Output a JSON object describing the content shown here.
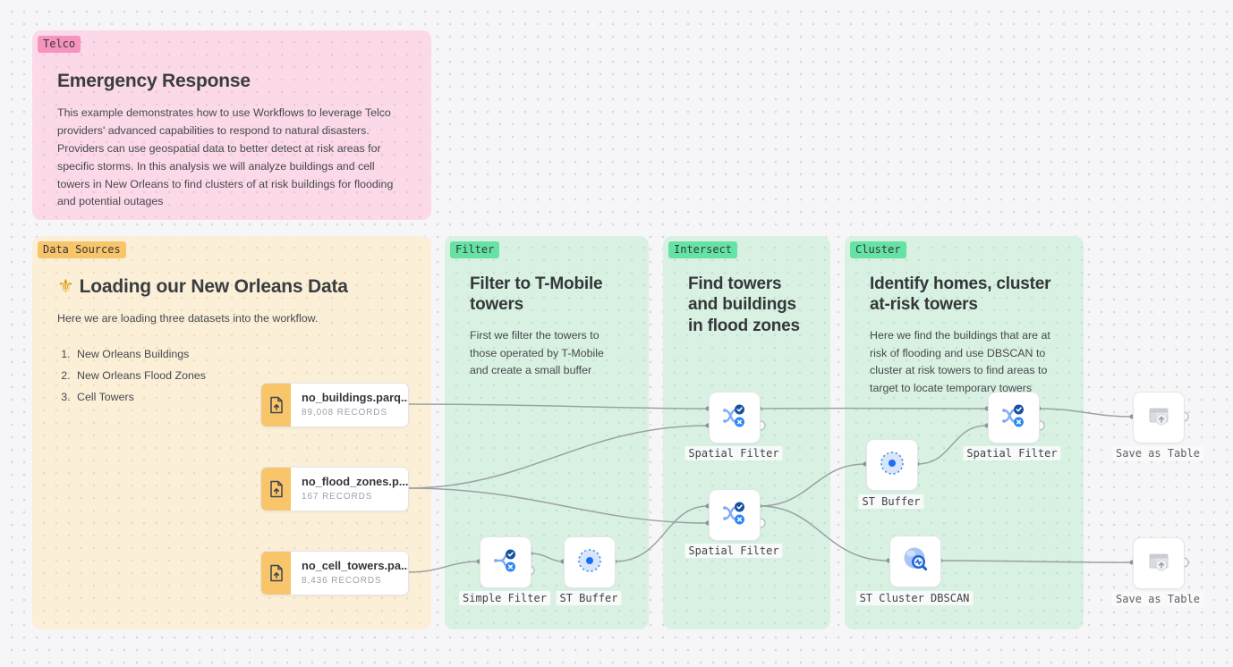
{
  "canvas": {
    "background": "#f6f6f8",
    "dot_color": "#d8d8dd",
    "edge_color": "#9ba1a6"
  },
  "groups": {
    "telco": {
      "tag": "Telco",
      "title": "Emergency Response",
      "body": "This example demonstrates how to use Workflows to leverage Telco providers' advanced capabilities to respond to natural disasters. Providers can use geospatial data to better detect at risk areas for specific storms. In this analysis we will analyze buildings and cell towers in New Orleans to find clusters of at risk buildings for flooding and potential outages",
      "bg": "#fbd9e8",
      "chip_bg": "#f693be"
    },
    "data_sources": {
      "tag": "Data Sources",
      "title_emoji": "⚜",
      "title": "Loading our New Orleans Data",
      "subtitle": "Here we are loading three datasets into the workflow.",
      "list": [
        "New Orleans Buildings",
        "New Orleans Flood Zones",
        "Cell Towers"
      ],
      "bg": "#fcefd8",
      "chip_bg": "#f9c56a"
    },
    "filter": {
      "tag": "Filter",
      "title": "Filter to T-Mobile towers",
      "body": "First we filter the towers to those operated by T-Mobile and create a small buffer",
      "bg": "#d9f1e2",
      "chip_bg": "#65e3a5"
    },
    "intersect": {
      "tag": "Intersect",
      "title": "Find towers and buildings in flood zones",
      "bg": "#d9f1e2",
      "chip_bg": "#65e3a5"
    },
    "cluster": {
      "tag": "Cluster",
      "title": "Identify homes, cluster at-risk towers",
      "body": "Here we find the buildings that are at risk of flooding and use DBSCAN to cluster at risk towers to find areas to target to locate temporary towers",
      "bg": "#d9f1e2",
      "chip_bg": "#65e3a5"
    }
  },
  "nodes": {
    "sources": [
      {
        "name": "no_buildings.parq...",
        "records": "89,008 RECORDS",
        "icon": "file-upload-icon"
      },
      {
        "name": "no_flood_zones.p...",
        "records": "167 RECORDS",
        "icon": "file-upload-icon"
      },
      {
        "name": "no_cell_towers.pa...",
        "records": "8,436 RECORDS",
        "icon": "file-upload-icon"
      }
    ],
    "ops": [
      {
        "label": "Simple Filter",
        "icon": "filter-branch-icon"
      },
      {
        "label": "ST Buffer",
        "icon": "buffer-circle-icon"
      },
      {
        "label": "Spatial Filter",
        "icon": "spatial-filter-icon"
      },
      {
        "label": "Spatial Filter",
        "icon": "spatial-filter-icon"
      },
      {
        "label": "ST Buffer",
        "icon": "buffer-circle-icon"
      },
      {
        "label": "Spatial Filter",
        "icon": "spatial-filter-icon"
      },
      {
        "label": "ST Cluster DBSCAN",
        "icon": "cluster-dbscan-icon"
      },
      {
        "label": "Save as Table",
        "icon": "save-table-icon"
      },
      {
        "label": "Save as Table",
        "icon": "save-table-icon"
      }
    ]
  }
}
